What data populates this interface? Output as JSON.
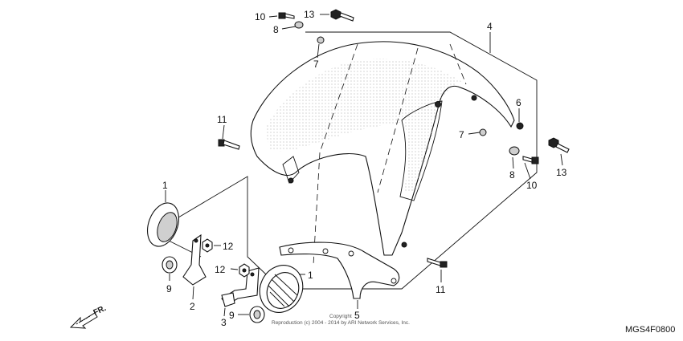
{
  "callouts": {
    "c1a": "1",
    "c1b": "1",
    "c2": "2",
    "c3": "3",
    "c4": "4",
    "c5": "5",
    "c6": "6",
    "c7a": "7",
    "c7b": "7",
    "c8a": "8",
    "c8b": "8",
    "c9a": "9",
    "c9b": "9",
    "c10a": "10",
    "c10b": "10",
    "c11a": "11",
    "c11b": "11",
    "c12a": "12",
    "c12b": "12",
    "c13a": "13",
    "c13b": "13"
  },
  "diagram_code": "MGS4F0800",
  "direction_label": "FR.",
  "copyright_line1": "Copyright",
  "copyright_line2": "Reproduction (c) 2004 - 2014 by ARI Network Services, Inc."
}
